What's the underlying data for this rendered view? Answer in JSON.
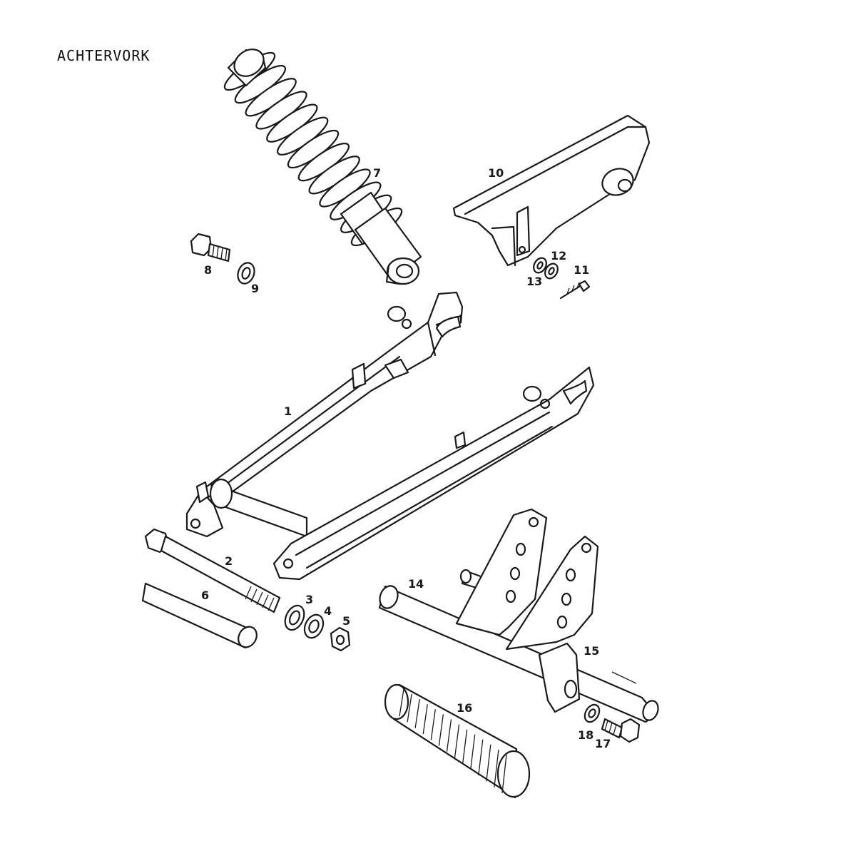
{
  "title": "ACHTERVORK",
  "callouts": {
    "c1": "1",
    "c2": "2",
    "c3": "3",
    "c4": "4",
    "c5": "5",
    "c6": "6",
    "c7": "7",
    "c8": "8",
    "c9": "9",
    "c10": "10",
    "c11": "11",
    "c12": "12",
    "c13": "13",
    "c14": "14",
    "c15": "15",
    "c16": "16",
    "c17": "17",
    "c18": "18"
  },
  "colors": {
    "line": "#1a1a1a",
    "background": "#ffffff"
  }
}
